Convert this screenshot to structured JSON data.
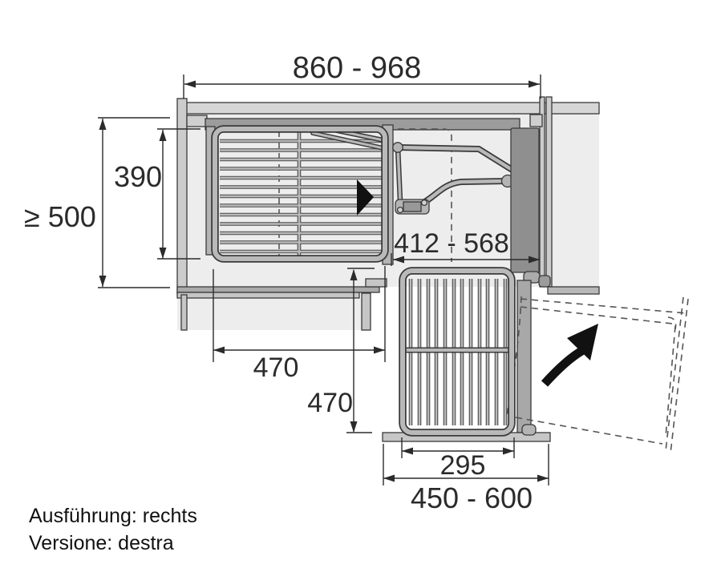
{
  "dims": {
    "cabinet_width": "860 - 968",
    "min_depth": "≥ 500",
    "upper_basket_depth": "390",
    "door_front_clearance": "412 - 568",
    "upper_basket_width": "470",
    "pullout_depth": "470",
    "lower_basket_width": "295",
    "front_width": "450 - 600"
  },
  "footer": {
    "line1": "Ausführung: rechts",
    "line2": "Versione: destra"
  },
  "colors": {
    "dimension_lines": "#2b2b2b",
    "outline": "#3a3a3a",
    "interior_fill": "#ededed",
    "panel_light": "#cccccc",
    "rail_mid": "#9c9c9c",
    "door_dark": "#8f8f8f",
    "arrow_black": "#111111",
    "background": "#ffffff"
  }
}
